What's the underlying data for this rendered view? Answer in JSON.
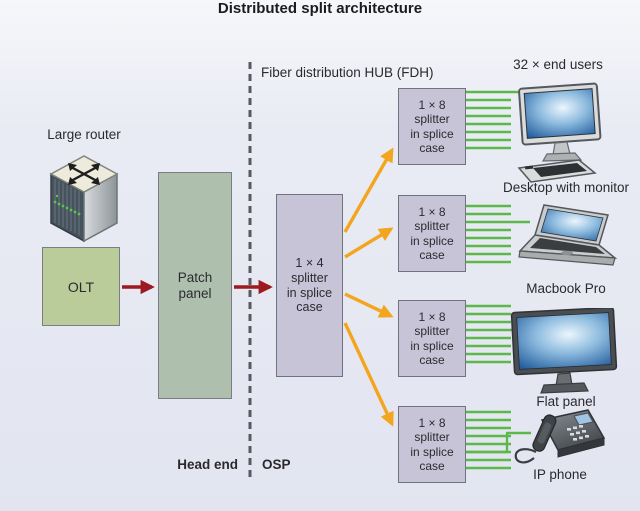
{
  "title": "Distributed split architecture",
  "labels": {
    "fdh": "Fiber distribution HUB (FDH)",
    "end_users": "32 × end users",
    "head_end": "Head end",
    "osp": "OSP"
  },
  "nodes": {
    "large_router": {
      "label": "Large router",
      "icon": "router-icon"
    },
    "olt": {
      "label": "OLT"
    },
    "patch_panel": {
      "lines": [
        "Patch",
        "panel"
      ]
    },
    "splitter_1x4": {
      "lines": [
        "1 × 4",
        "splitter",
        "in splice",
        "case"
      ]
    },
    "splitters_1x8": [
      {
        "lines": [
          "1 × 8",
          "splitter",
          "in splice",
          "case"
        ]
      },
      {
        "lines": [
          "1 × 8",
          "splitter",
          "in splice",
          "case"
        ]
      },
      {
        "lines": [
          "1 × 8",
          "splitter",
          "in splice",
          "case"
        ]
      },
      {
        "lines": [
          "1 × 8",
          "splitter",
          "in splice",
          "case"
        ]
      }
    ]
  },
  "devices": [
    {
      "icon": "desktop-icon",
      "label": "Desktop with monitor"
    },
    {
      "icon": "laptop-icon",
      "label": "Macbook Pro"
    },
    {
      "icon": "flat-panel-icon",
      "label": "Flat panel"
    },
    {
      "icon": "ip-phone-icon",
      "label": "IP phone"
    }
  ],
  "fiber": {
    "splitter_count": 4,
    "outputs_per_splitter": 8,
    "total_end_users": 32
  },
  "colors": {
    "fiber_green": "#5cb848",
    "arrow_orange": "#f2a51d",
    "arrow_dark_red": "#9c1a20",
    "dashed_divider": "#58595e",
    "box_green": "#b9cc9a",
    "box_gray_green": "#aebfae",
    "box_lavender": "#c7c4d7",
    "background": "#e7eaf3",
    "text": "#26262a"
  }
}
